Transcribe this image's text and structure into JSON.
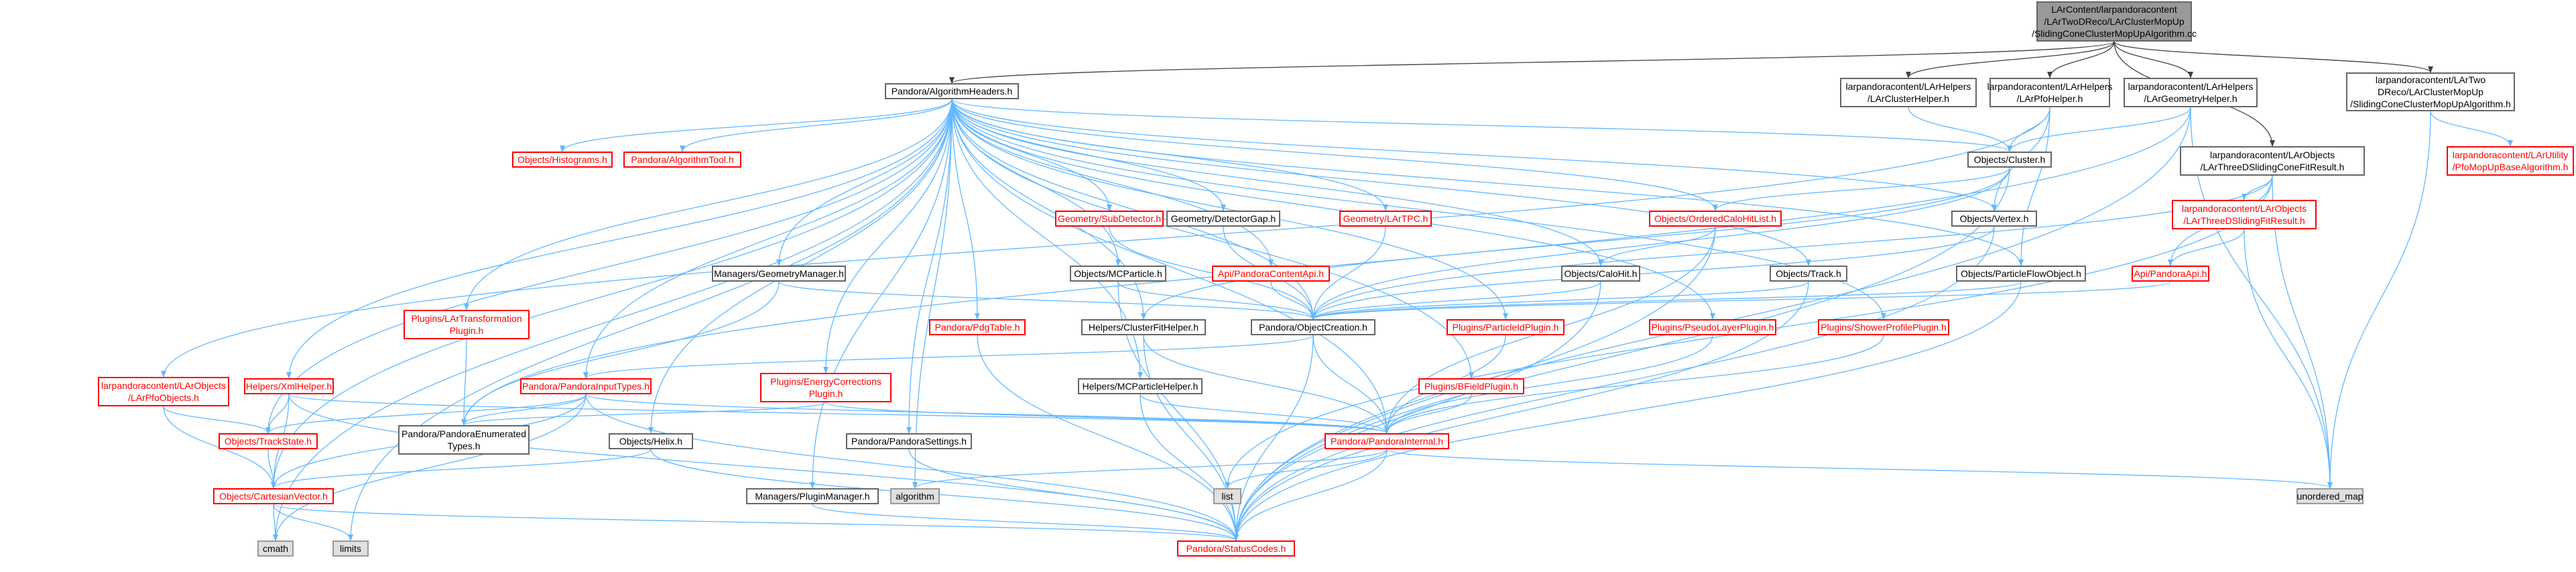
{
  "graph": {
    "title": "",
    "colors": {
      "edge": "#63b8ff",
      "edge_dark": "#404040",
      "node_border": "#666666",
      "red_border": "#ff0000",
      "gray_fill": "#e0e0e0",
      "root_fill": "#999999"
    },
    "nodes": [
      {
        "id": "root",
        "lines": [
          "LArContent/larpandoracontent",
          "/LArTwoDReco/LArClusterMopUp",
          "/SlidingConeClusterMopUpAlgorithm.cc"
        ],
        "style": "root"
      },
      {
        "id": "alg_headers",
        "lines": [
          "Pandora/AlgorithmHeaders.h"
        ],
        "style": "normal"
      },
      {
        "id": "cluster_helper",
        "lines": [
          "larpandoracontent/LArHelpers",
          "/LArClusterHelper.h"
        ],
        "style": "normal"
      },
      {
        "id": "pfo_helper",
        "lines": [
          "larpandoracontent/LArHelpers",
          "/LArPfoHelper.h"
        ],
        "style": "normal"
      },
      {
        "id": "geometry_helper",
        "lines": [
          "larpandoracontent/LArHelpers",
          "/LArGeometryHelper.h"
        ],
        "style": "normal"
      },
      {
        "id": "sliding_cone_h",
        "lines": [
          "larpandoracontent/LArTwo",
          "DReco/LArClusterMopUp",
          "/SlidingConeClusterMopUpAlgorithm.h"
        ],
        "style": "normal"
      },
      {
        "id": "three_d_conefit",
        "lines": [
          "larpandoracontent/LArObjects",
          "/LArThreeDSlidingConeFitResult.h"
        ],
        "style": "normal"
      },
      {
        "id": "pfo_mopup_base",
        "lines": [
          "larpandoracontent/LArUtility",
          "/PfoMopUpBaseAlgorithm.h"
        ],
        "style": "red"
      },
      {
        "id": "three_d_fit",
        "lines": [
          "larpandoracontent/LArObjects",
          "/LArThreeDSlidingFitResult.h"
        ],
        "style": "red"
      },
      {
        "id": "objects_cluster",
        "lines": [
          "Objects/Cluster.h"
        ],
        "style": "normal"
      },
      {
        "id": "objects_histograms",
        "lines": [
          "Objects/Histograms.h"
        ],
        "style": "red"
      },
      {
        "id": "algorithm_tool",
        "lines": [
          "Pandora/AlgorithmTool.h"
        ],
        "style": "red"
      },
      {
        "id": "geometry_subdetector",
        "lines": [
          "Geometry/SubDetector.h"
        ],
        "style": "red"
      },
      {
        "id": "geometry_detectorgap",
        "lines": [
          "Geometry/DetectorGap.h"
        ],
        "style": "normal"
      },
      {
        "id": "geometry_lartpc",
        "lines": [
          "Geometry/LArTPC.h"
        ],
        "style": "red"
      },
      {
        "id": "ordered_calohitlist",
        "lines": [
          "Objects/OrderedCaloHitList.h"
        ],
        "style": "red"
      },
      {
        "id": "objects_vertex",
        "lines": [
          "Objects/Vertex.h"
        ],
        "style": "normal"
      },
      {
        "id": "objects_calohit",
        "lines": [
          "Objects/CaloHit.h"
        ],
        "style": "normal"
      },
      {
        "id": "objects_track",
        "lines": [
          "Objects/Track.h"
        ],
        "style": "normal"
      },
      {
        "id": "objects_pfo",
        "lines": [
          "Objects/ParticleFlowObject.h"
        ],
        "style": "normal"
      },
      {
        "id": "objects_mcparticle",
        "lines": [
          "Objects/MCParticle.h"
        ],
        "style": "normal"
      },
      {
        "id": "api_pandoracontent",
        "lines": [
          "Api/PandoraContentApi.h"
        ],
        "style": "red"
      },
      {
        "id": "api_pandoraapi",
        "lines": [
          "Api/PandoraApi.h"
        ],
        "style": "red"
      },
      {
        "id": "managers_geometry",
        "lines": [
          "Managers/GeometryManager.h"
        ],
        "style": "normal"
      },
      {
        "id": "plugins_lartransformation",
        "lines": [
          "Plugins/LArTransformation",
          "Plugin.h"
        ],
        "style": "red"
      },
      {
        "id": "pandora_pdgtable",
        "lines": [
          "Pandora/PdgTable.h"
        ],
        "style": "red"
      },
      {
        "id": "helpers_clusterfit",
        "lines": [
          "Helpers/ClusterFitHelper.h"
        ],
        "style": "normal"
      },
      {
        "id": "pandora_objectcreation",
        "lines": [
          "Pandora/ObjectCreation.h"
        ],
        "style": "normal"
      },
      {
        "id": "plugins_particleid",
        "lines": [
          "Plugins/ParticleIdPlugin.h"
        ],
        "style": "red"
      },
      {
        "id": "plugins_pseudolayer",
        "lines": [
          "Plugins/PseudoLayerPlugin.h"
        ],
        "style": "red"
      },
      {
        "id": "plugins_showerprofile",
        "lines": [
          "Plugins/ShowerProfilePlugin.h"
        ],
        "style": "red"
      },
      {
        "id": "lar_pfo_objects",
        "lines": [
          "larpandoracontent/LArObjects",
          "/LArPfoObjects.h"
        ],
        "style": "red"
      },
      {
        "id": "helpers_xml",
        "lines": [
          "Helpers/XmlHelper.h"
        ],
        "style": "red"
      },
      {
        "id": "pandora_inputtypes",
        "lines": [
          "Pandora/PandoraInputTypes.h"
        ],
        "style": "red"
      },
      {
        "id": "plugins_energycorrections",
        "lines": [
          "Plugins/EnergyCorrections",
          "Plugin.h"
        ],
        "style": "red"
      },
      {
        "id": "helpers_mcparticle",
        "lines": [
          "Helpers/MCParticleHelper.h"
        ],
        "style": "normal"
      },
      {
        "id": "plugins_bfield",
        "lines": [
          "Plugins/BFieldPlugin.h"
        ],
        "style": "red"
      },
      {
        "id": "objects_trackstate",
        "lines": [
          "Objects/TrackState.h"
        ],
        "style": "red"
      },
      {
        "id": "pandora_enumerated",
        "lines": [
          "Pandora/PandoraEnumerated",
          "Types.h"
        ],
        "style": "normal"
      },
      {
        "id": "objects_helix",
        "lines": [
          "Objects/Helix.h"
        ],
        "style": "normal"
      },
      {
        "id": "pandora_settings",
        "lines": [
          "Pandora/PandoraSettings.h"
        ],
        "style": "normal"
      },
      {
        "id": "pandora_internal",
        "lines": [
          "Pandora/PandoraInternal.h"
        ],
        "style": "red"
      },
      {
        "id": "objects_cartesian",
        "lines": [
          "Objects/CartesianVector.h"
        ],
        "style": "red"
      },
      {
        "id": "managers_plugin",
        "lines": [
          "Managers/PluginManager.h"
        ],
        "style": "normal"
      },
      {
        "id": "std_algorithm",
        "lines": [
          "algorithm"
        ],
        "style": "gray"
      },
      {
        "id": "std_list",
        "lines": [
          "list"
        ],
        "style": "gray"
      },
      {
        "id": "std_unordered_map",
        "lines": [
          "unordered_map"
        ],
        "style": "gray"
      },
      {
        "id": "std_cmath",
        "lines": [
          "cmath"
        ],
        "style": "gray"
      },
      {
        "id": "std_limits",
        "lines": [
          "limits"
        ],
        "style": "gray"
      },
      {
        "id": "pandora_statuscodes",
        "lines": [
          "Pandora/StatusCodes.h"
        ],
        "style": "red"
      }
    ],
    "edges": [
      [
        "root",
        "alg_headers"
      ],
      [
        "root",
        "cluster_helper"
      ],
      [
        "root",
        "pfo_helper"
      ],
      [
        "root",
        "geometry_helper"
      ],
      [
        "root",
        "sliding_cone_h"
      ],
      [
        "root",
        "three_d_conefit"
      ],
      [
        "sliding_cone_h",
        "pfo_mopup_base"
      ],
      [
        "sliding_cone_h",
        "std_unordered_map"
      ],
      [
        "three_d_conefit",
        "three_d_fit"
      ],
      [
        "three_d_conefit",
        "std_list"
      ],
      [
        "three_d_conefit",
        "std_unordered_map"
      ],
      [
        "three_d_conefit",
        "pandora_objectcreation"
      ],
      [
        "three_d_conefit",
        "api_pandoraapi"
      ],
      [
        "three_d_fit",
        "api_pandoraapi"
      ],
      [
        "three_d_fit",
        "std_unordered_map"
      ],
      [
        "api_pandoraapi",
        "pandora_objectcreation"
      ],
      [
        "cluster_helper",
        "objects_cluster"
      ],
      [
        "pfo_helper",
        "objects_cluster"
      ],
      [
        "pfo_helper",
        "objects_vertex"
      ],
      [
        "pfo_helper",
        "objects_pfo"
      ],
      [
        "pfo_helper",
        "lar_pfo_objects"
      ],
      [
        "geometry_helper",
        "objects_cluster"
      ],
      [
        "geometry_helper",
        "std_unordered_map"
      ],
      [
        "geometry_helper",
        "pandora_statuscodes"
      ],
      [
        "geometry_helper",
        "pandora_enumerated"
      ],
      [
        "alg_headers",
        "objects_histograms"
      ],
      [
        "alg_headers",
        "algorithm_tool"
      ],
      [
        "alg_headers",
        "geometry_subdetector"
      ],
      [
        "alg_headers",
        "geometry_detectorgap"
      ],
      [
        "alg_headers",
        "geometry_lartpc"
      ],
      [
        "alg_headers",
        "ordered_calohitlist"
      ],
      [
        "alg_headers",
        "objects_cluster"
      ],
      [
        "alg_headers",
        "objects_vertex"
      ],
      [
        "alg_headers",
        "objects_calohit"
      ],
      [
        "alg_headers",
        "objects_track"
      ],
      [
        "alg_headers",
        "objects_pfo"
      ],
      [
        "alg_headers",
        "objects_mcparticle"
      ],
      [
        "alg_headers",
        "api_pandoracontent"
      ],
      [
        "alg_headers",
        "managers_geometry"
      ],
      [
        "alg_headers",
        "plugins_lartransformation"
      ],
      [
        "alg_headers",
        "pandora_pdgtable"
      ],
      [
        "alg_headers",
        "helpers_clusterfit"
      ],
      [
        "alg_headers",
        "pandora_objectcreation"
      ],
      [
        "alg_headers",
        "plugins_particleid"
      ],
      [
        "alg_headers",
        "plugins_pseudolayer"
      ],
      [
        "alg_headers",
        "plugins_showerprofile"
      ],
      [
        "alg_headers",
        "helpers_xml"
      ],
      [
        "alg_headers",
        "pandora_inputtypes"
      ],
      [
        "alg_headers",
        "plugins_energycorrections"
      ],
      [
        "alg_headers",
        "helpers_mcparticle"
      ],
      [
        "alg_headers",
        "plugins_bfield"
      ],
      [
        "alg_headers",
        "objects_trackstate"
      ],
      [
        "alg_headers",
        "objects_helix"
      ],
      [
        "alg_headers",
        "pandora_settings"
      ],
      [
        "alg_headers",
        "pandora_internal"
      ],
      [
        "alg_headers",
        "objects_cartesian"
      ],
      [
        "alg_headers",
        "managers_plugin"
      ],
      [
        "alg_headers",
        "std_algorithm"
      ],
      [
        "alg_headers",
        "std_cmath"
      ],
      [
        "alg_headers",
        "std_limits"
      ],
      [
        "objects_cluster",
        "ordered_calohitlist"
      ],
      [
        "objects_cluster",
        "pandora_objectcreation"
      ],
      [
        "objects_cluster",
        "helpers_clusterfit"
      ],
      [
        "objects_cluster",
        "pandora_statuscodes"
      ],
      [
        "ordered_calohitlist",
        "objects_calohit"
      ],
      [
        "ordered_calohitlist",
        "pandora_internal"
      ],
      [
        "ordered_calohitlist",
        "pandora_statuscodes"
      ],
      [
        "objects_vertex",
        "pandora_objectcreation"
      ],
      [
        "objects_vertex",
        "pandora_statuscodes"
      ],
      [
        "objects_calohit",
        "pandora_objectcreation"
      ],
      [
        "objects_calohit",
        "pandora_statuscodes"
      ],
      [
        "objects_track",
        "pandora_objectcreation"
      ],
      [
        "objects_track",
        "pandora_statuscodes"
      ],
      [
        "objects_pfo",
        "pandora_objectcreation"
      ],
      [
        "objects_pfo",
        "pandora_statuscodes"
      ],
      [
        "objects_mcparticle",
        "pandora_objectcreation"
      ],
      [
        "objects_mcparticle",
        "pandora_statuscodes"
      ],
      [
        "api_pandoracontent",
        "pandora_objectcreation"
      ],
      [
        "geometry_detectorgap",
        "pandora_objectcreation"
      ],
      [
        "geometry_lartpc",
        "pandora_objectcreation"
      ],
      [
        "geometry_subdetector",
        "pandora_objectcreation"
      ],
      [
        "managers_geometry",
        "pandora_objectcreation"
      ],
      [
        "managers_geometry",
        "pandora_enumerated"
      ],
      [
        "pandora_objectcreation",
        "pandora_inputtypes"
      ],
      [
        "pandora_objectcreation",
        "pandora_internal"
      ],
      [
        "pandora_objectcreation",
        "pandora_statuscodes"
      ],
      [
        "plugins_lartransformation",
        "pandora_enumerated"
      ],
      [
        "pandora_pdgtable",
        "pandora_statuscodes"
      ],
      [
        "helpers_clusterfit",
        "pandora_internal"
      ],
      [
        "helpers_clusterfit",
        "pandora_statuscodes"
      ],
      [
        "plugins_particleid",
        "pandora_internal"
      ],
      [
        "plugins_pseudolayer",
        "pandora_internal"
      ],
      [
        "plugins_showerprofile",
        "pandora_internal"
      ],
      [
        "plugins_bfield",
        "pandora_internal"
      ],
      [
        "plugins_energycorrections",
        "pandora_internal"
      ],
      [
        "plugins_energycorrections",
        "pandora_enumerated"
      ],
      [
        "helpers_mcparticle",
        "pandora_internal"
      ],
      [
        "helpers_mcparticle",
        "pandora_statuscodes"
      ],
      [
        "lar_pfo_objects",
        "objects_trackstate"
      ],
      [
        "lar_pfo_objects",
        "objects_cartesian"
      ],
      [
        "helpers_xml",
        "objects_trackstate"
      ],
      [
        "helpers_xml",
        "objects_cartesian"
      ],
      [
        "helpers_xml",
        "pandora_internal"
      ],
      [
        "helpers_xml",
        "pandora_statuscodes"
      ],
      [
        "pandora_inputtypes",
        "pandora_enumerated"
      ],
      [
        "pandora_inputtypes",
        "objects_trackstate"
      ],
      [
        "pandora_inputtypes",
        "objects_cartesian"
      ],
      [
        "pandora_inputtypes",
        "pandora_internal"
      ],
      [
        "pandora_inputtypes",
        "pandora_statuscodes"
      ],
      [
        "pandora_inputtypes",
        "std_cmath"
      ],
      [
        "objects_trackstate",
        "objects_cartesian"
      ],
      [
        "objects_helix",
        "objects_cartesian"
      ],
      [
        "objects_helix",
        "pandora_statuscodes"
      ],
      [
        "pandora_settings",
        "pandora_statuscodes"
      ],
      [
        "pandora_internal",
        "std_algorithm"
      ],
      [
        "pandora_internal",
        "std_list"
      ],
      [
        "pandora_internal",
        "std_unordered_map"
      ],
      [
        "pandora_internal",
        "pandora_statuscodes"
      ],
      [
        "objects_cartesian",
        "std_cmath"
      ],
      [
        "objects_cartesian",
        "std_limits"
      ],
      [
        "objects_cartesian",
        "pandora_statuscodes"
      ],
      [
        "managers_plugin",
        "pandora_statuscodes"
      ]
    ]
  }
}
